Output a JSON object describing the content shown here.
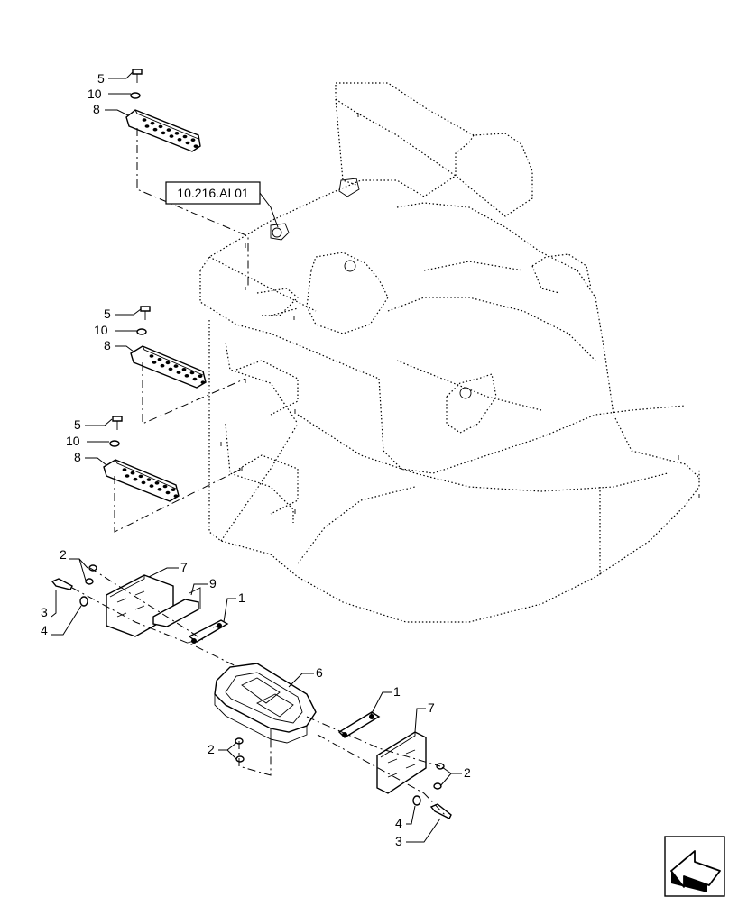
{
  "callouts": {
    "c5a": "5",
    "c10a": "10",
    "c8a": "8",
    "c5b": "5",
    "c10b": "10",
    "c8b": "8",
    "c5c": "5",
    "c10c": "10",
    "c8c": "8",
    "c2a": "2",
    "c3a": "3",
    "c4a": "4",
    "c7a": "7",
    "c9": "9",
    "c1a": "1",
    "c6": "6",
    "c2b": "2",
    "c1b": "1",
    "c7b": "7",
    "c2c": "2",
    "c4b": "4",
    "c3b": "3"
  },
  "reference_label": "10.216.AI 01",
  "nav_icon": "arrow-icon"
}
